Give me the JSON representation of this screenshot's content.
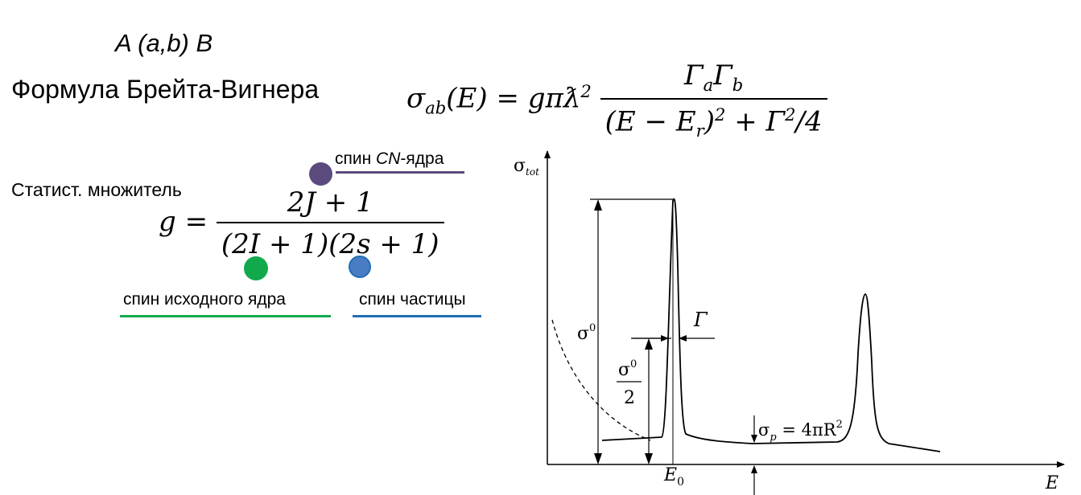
{
  "reaction": "A (a,b) B",
  "breit_wigner": {
    "title": "Формула Брейта-Вигнера",
    "lhs": "σ",
    "lhs_sub": "ab",
    "lhs_arg": "(E) = gπƛ",
    "lhs_sup": "2",
    "numerator": "Γ",
    "num_sub_a": "a",
    "num_gamma_b": "Γ",
    "num_sub_b": "b",
    "denominator_1": "(E − E",
    "den_sub": "r",
    "denominator_2": ")",
    "den_sup1": "2",
    "denominator_3": " + Γ",
    "den_sup2": "2",
    "denominator_4": "/4"
  },
  "stat_factor": {
    "label": "Статист. множитель",
    "lhs": "g =",
    "numerator": "2J + 1",
    "denominator": "(2I + 1)(2s + 1)"
  },
  "annotations": {
    "cn_spin_prefix": "спин ",
    "cn_spin_italic": "CN",
    "cn_spin_suffix": "-ядра",
    "initial_nucleus_spin": "спин исходного ядра",
    "particle_spin": "спин частицы",
    "colors": {
      "cn": "#5a4a7e",
      "initial": "#12a94c",
      "particle": "#1f6eb5",
      "particle_fill": "#4a7cc4"
    }
  },
  "graph": {
    "y_axis_label": "σ",
    "y_axis_sub": "tot",
    "x_axis_label": "E",
    "resonance_energy": "E",
    "resonance_energy_sub": "0",
    "peak_label": "σ",
    "peak_label_sup": "0",
    "half_label_num": "σ",
    "half_label_num_sup": "0",
    "half_label_den": "2",
    "width_label": "Γ",
    "potential_label_lhs": "σ",
    "potential_label_sub": "p",
    "potential_label_rhs": " = 4πR",
    "potential_label_sup": "2"
  }
}
